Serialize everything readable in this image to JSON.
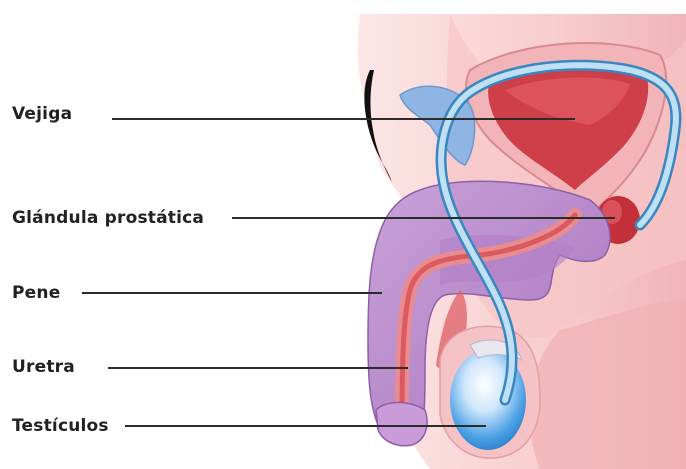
{
  "diagram": {
    "labels": {
      "bladder": "Vejiga",
      "prostate": "Glándula prostática",
      "penis": "Pene",
      "urethra": "Uretra",
      "testicles": "Testículos"
    },
    "colors": {
      "skin_light": "#fbe3e3",
      "skin_mid": "#f6c7c8",
      "skin_shadow": "#ec9fa3",
      "organ_red": "#d9434b",
      "bladder_red": "#cf3f49",
      "purple": "#b687c8",
      "purple_dark": "#8e5fa8",
      "blue_duct": "#8fc0e0",
      "blue_duct_edge": "#3a87c0",
      "testicle_blue": "#2f86d6",
      "line": "#2b2b2b",
      "hair": "#111111"
    }
  }
}
